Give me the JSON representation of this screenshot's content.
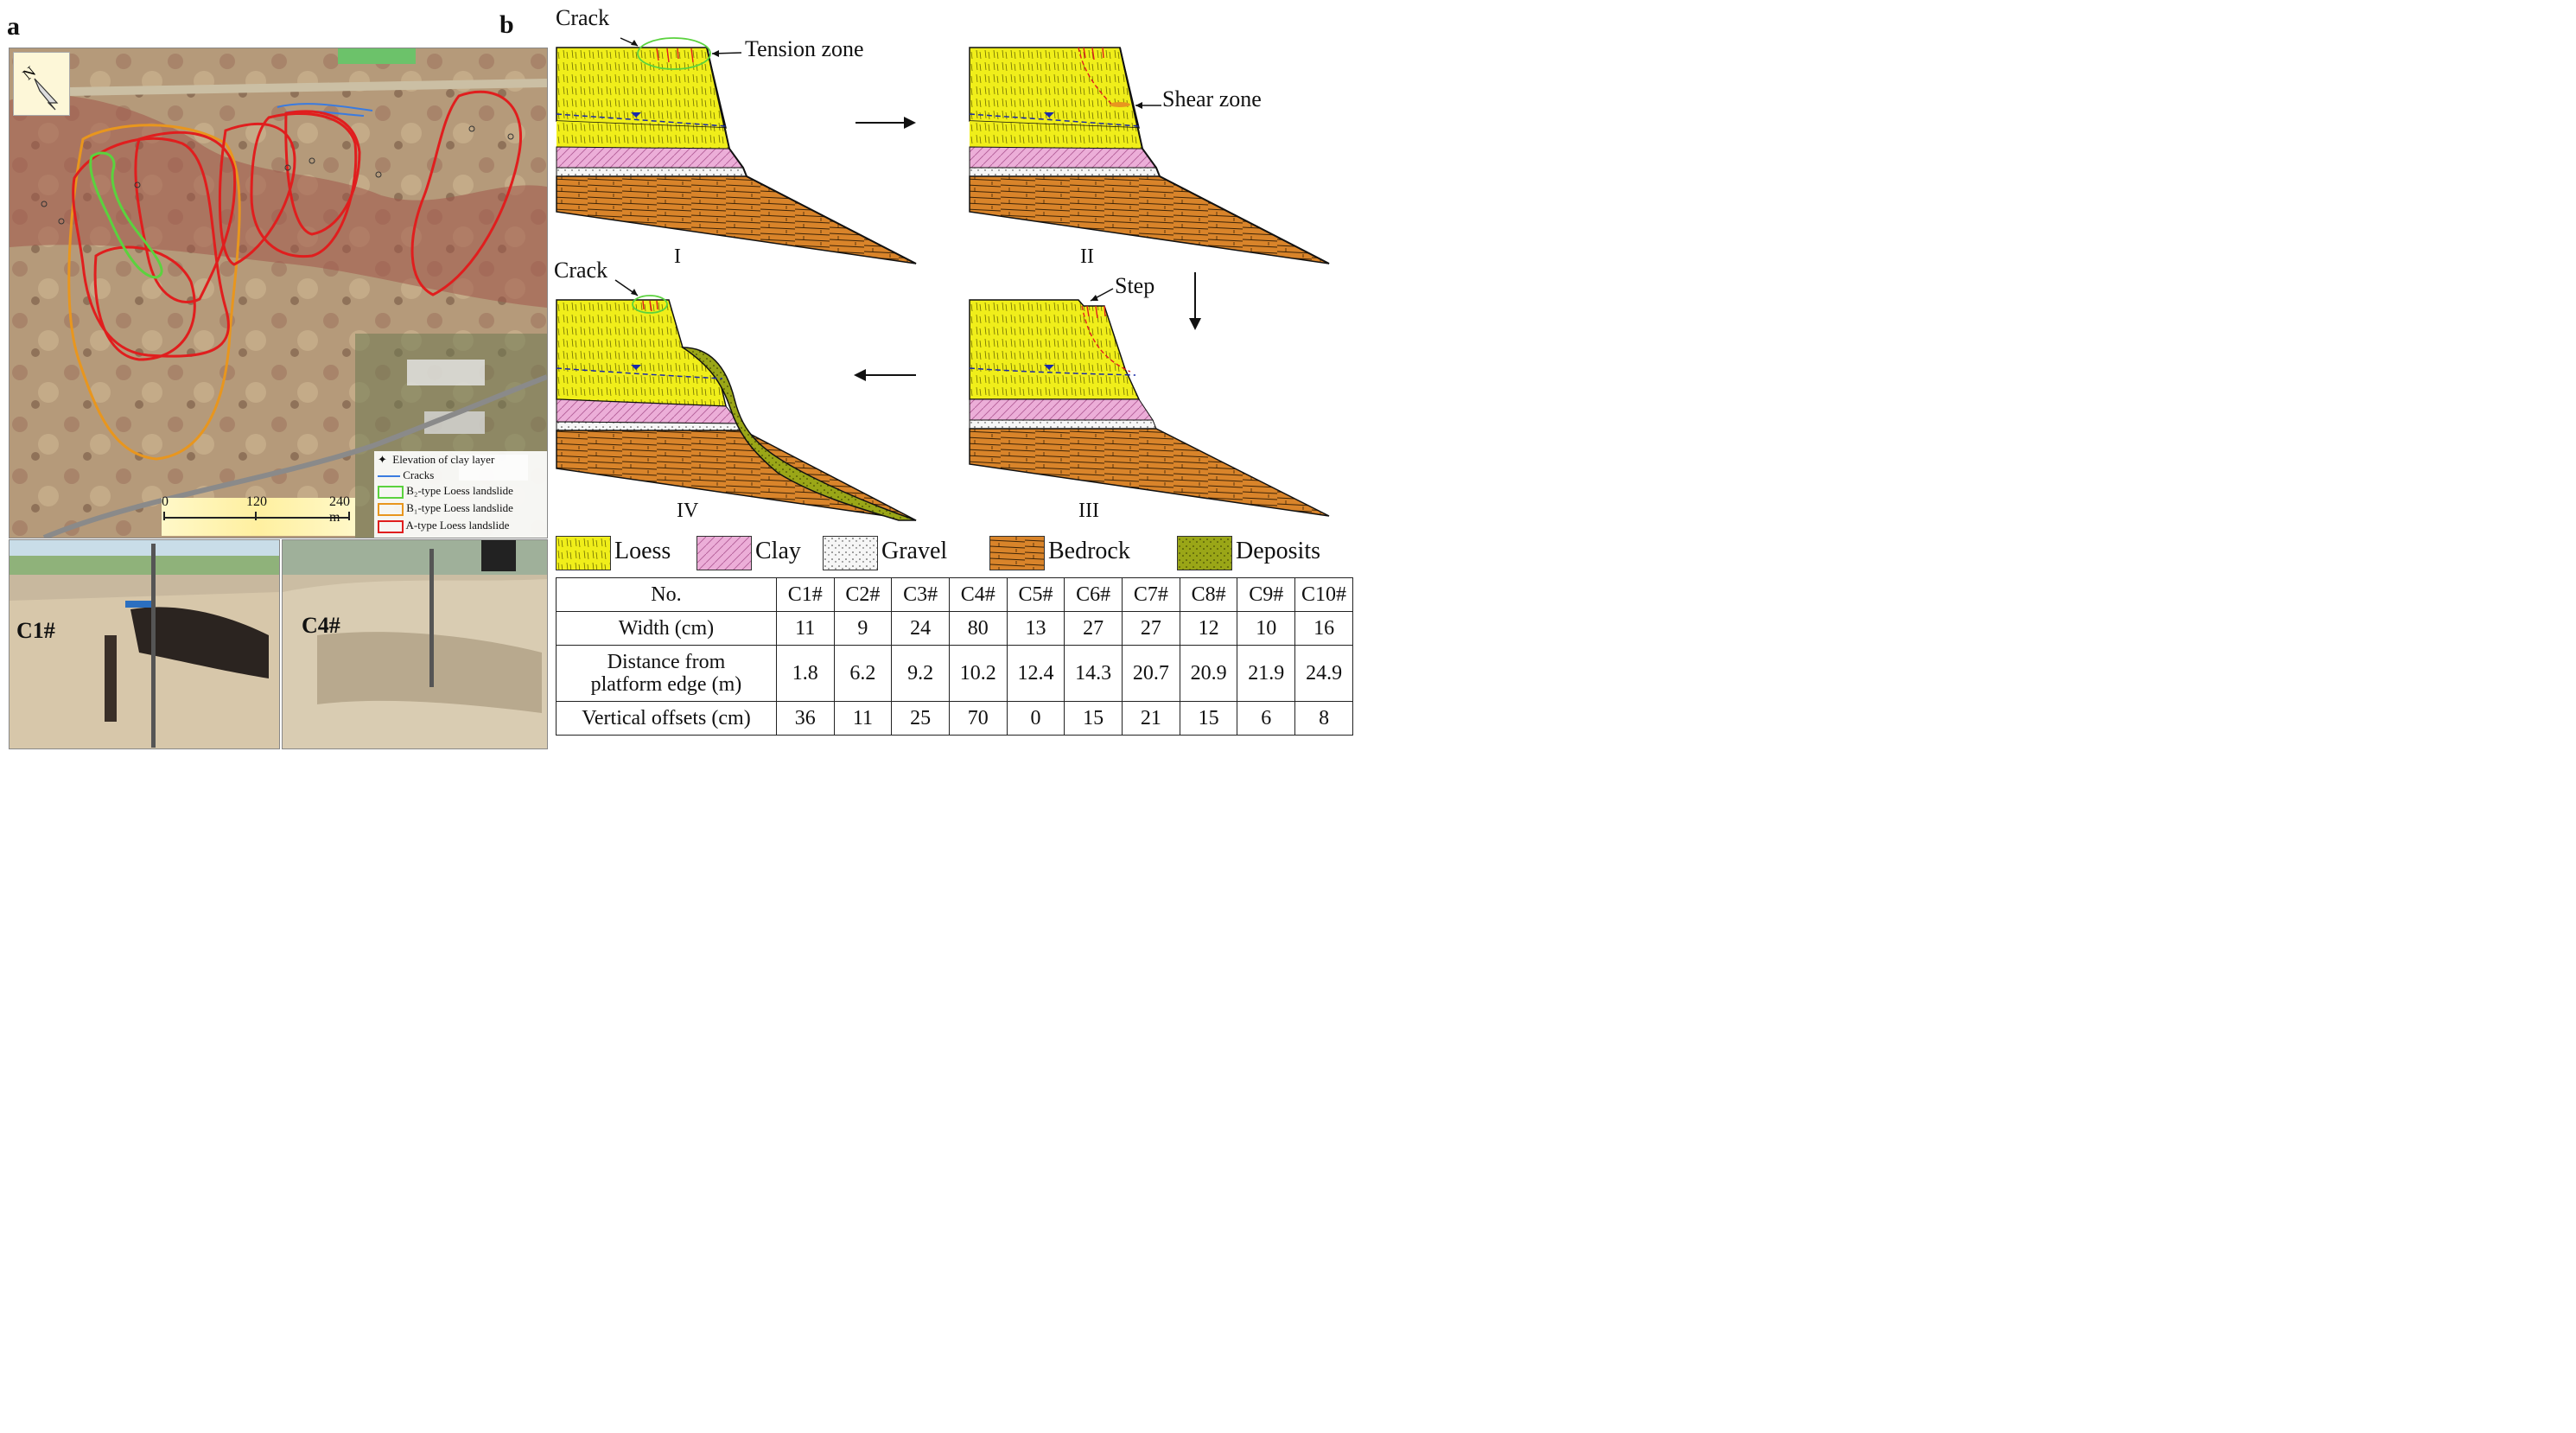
{
  "panels": {
    "a": "a",
    "b": "b"
  },
  "map": {
    "legend": [
      {
        "label": "Elevation of clay layer",
        "icon": "elevation-marker-icon"
      },
      {
        "label": "Cracks",
        "color": "#3a7be0"
      },
      {
        "label": "B₂-type Loess landslide",
        "color": "#5bd23e"
      },
      {
        "label": "B₁-type Loess landslide",
        "color": "#e8961e"
      },
      {
        "label": "A-type Loess landslide",
        "color": "#e01e1e"
      }
    ],
    "scale": {
      "ticks": [
        "0",
        "120",
        "240 m"
      ]
    },
    "north_icon": "north-arrow-icon"
  },
  "photos": [
    {
      "label": "C1#"
    },
    {
      "label": "C4#"
    }
  ],
  "cross_sections": {
    "annotations": {
      "crack1": "Crack",
      "tension": "Tension zone",
      "shear": "Shear zone",
      "crack4": "Crack",
      "step": "Step"
    },
    "stages": [
      "I",
      "II",
      "III",
      "IV"
    ]
  },
  "legend": [
    {
      "label": "Loess",
      "color": "#f0ee1a"
    },
    {
      "label": "Clay",
      "color": "#ecaed8"
    },
    {
      "label": "Gravel",
      "color": "#f4f4f4"
    },
    {
      "label": "Bedrock",
      "color": "#d9842a"
    },
    {
      "label": "Deposits",
      "color": "#9aa617"
    }
  ],
  "table": {
    "headers": {
      "no": "No.",
      "width": "Width (cm)",
      "distance_line1": "Distance from",
      "distance_line2": "platform edge (m)",
      "offset": "Vertical offsets (cm)"
    },
    "columns": [
      "C1#",
      "C2#",
      "C3#",
      "C4#",
      "C5#",
      "C6#",
      "C7#",
      "C8#",
      "C9#",
      "C10#"
    ],
    "width": [
      "11",
      "9",
      "24",
      "80",
      "13",
      "27",
      "27",
      "12",
      "10",
      "16"
    ],
    "distance": [
      "1.8",
      "6.2",
      "9.2",
      "10.2",
      "12.4",
      "14.3",
      "20.7",
      "20.9",
      "21.9",
      "24.9"
    ],
    "offset": [
      "36",
      "11",
      "25",
      "70",
      "0",
      "15",
      "21",
      "15",
      "6",
      "8"
    ]
  }
}
